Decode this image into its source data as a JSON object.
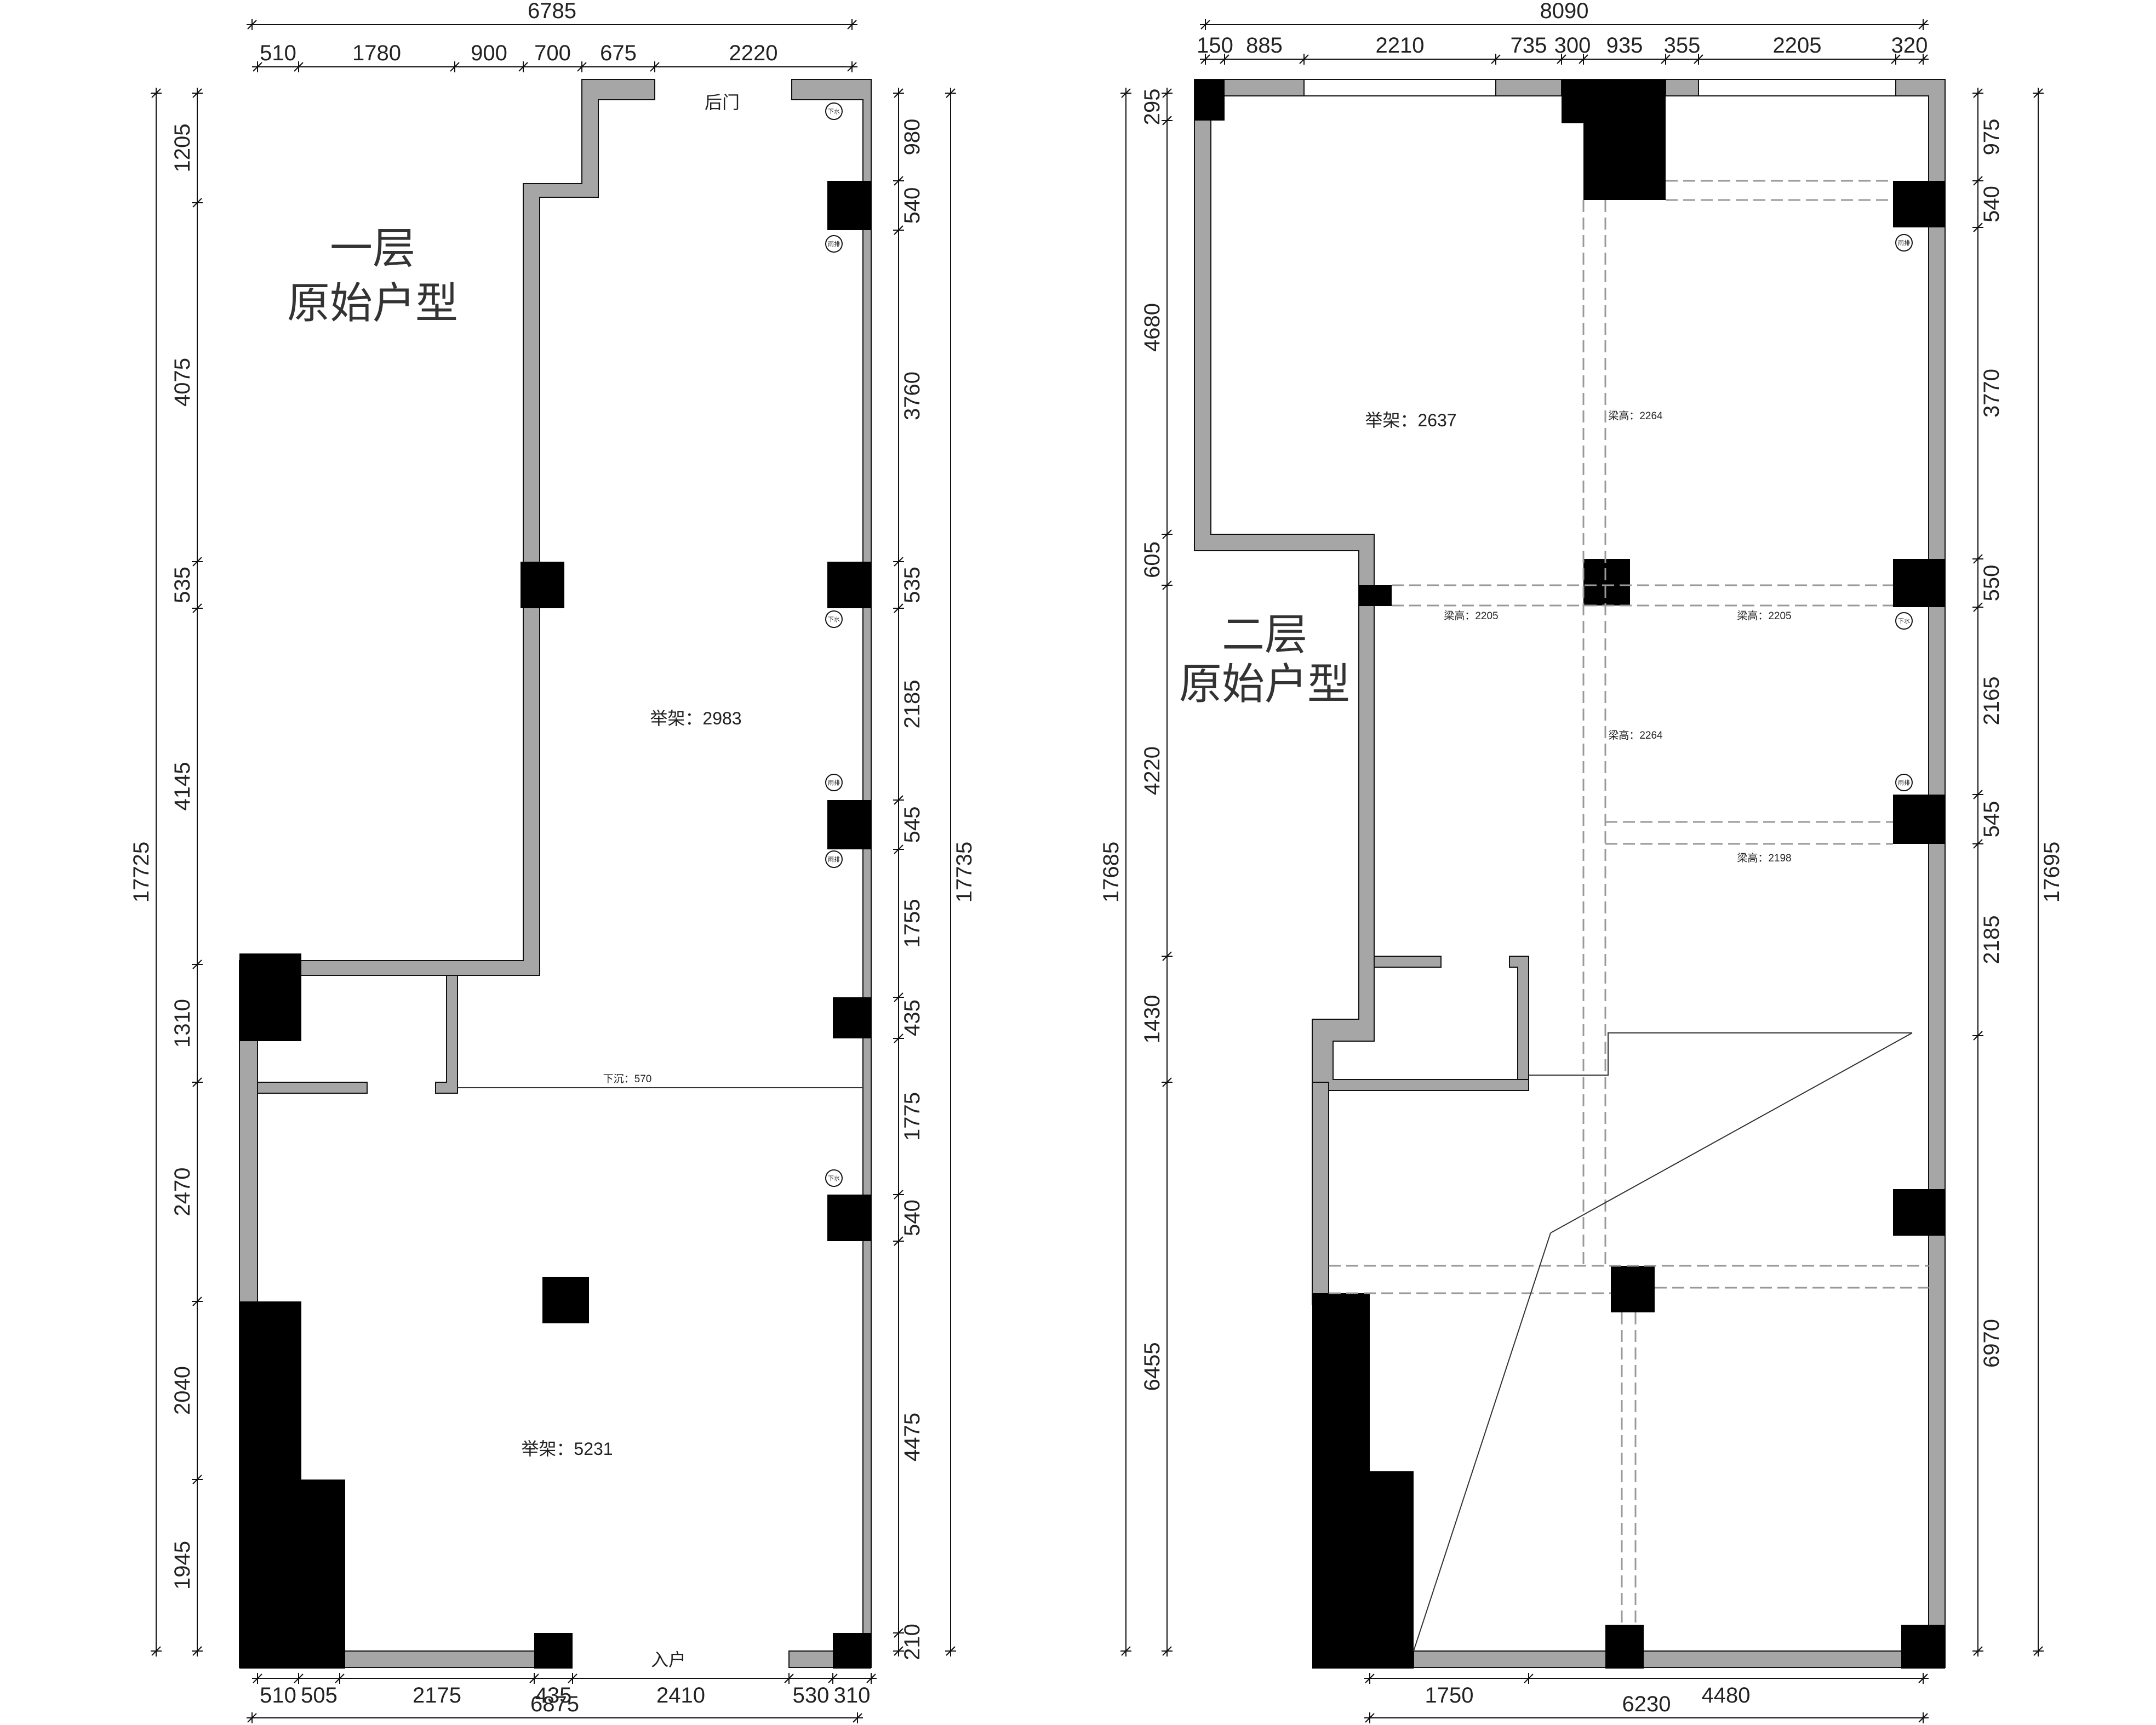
{
  "floor1": {
    "title_line1": "一层",
    "title_line2": "原始户型",
    "back_door": "后门",
    "entrance": "入户",
    "ceiling_upper": "举架：2983",
    "ceiling_lower": "举架：5231",
    "sunken": "下沉：570",
    "top_total": "6785",
    "top_segments": [
      "510",
      "1780",
      "900",
      "700",
      "675",
      "2220"
    ],
    "bottom_segments": [
      "510",
      "505",
      "2175",
      "435",
      "2410",
      "530",
      "310"
    ],
    "bottom_total": "6875",
    "left_segments": [
      "1205",
      "4075",
      "535",
      "4145",
      "1310",
      "2470",
      "2040",
      "1945"
    ],
    "left_total": "17725",
    "right_segments": [
      "980",
      "540",
      "3760",
      "535",
      "2185",
      "545",
      "1755",
      "435",
      "1775",
      "540",
      "4475",
      "210"
    ],
    "right_total": "17735"
  },
  "floor2": {
    "title_line1": "二层",
    "title_line2": "原始户型",
    "ceiling": "举架：2637",
    "beams": [
      "梁高：2264",
      "梁高：2205",
      "梁高：2205",
      "梁高：2264",
      "梁高：2198"
    ],
    "top_total": "8090",
    "top_segments": [
      "150",
      "885",
      "2210",
      "735",
      "300",
      "935",
      "355",
      "2205",
      "320"
    ],
    "bottom_segments": [
      "1750",
      "4480"
    ],
    "bottom_total": "6230",
    "left_segments": [
      "295",
      "4680",
      "605",
      "4220",
      "1430",
      "6455"
    ],
    "left_total": "17685",
    "right_segments": [
      "975",
      "540",
      "3770",
      "550",
      "2165",
      "545",
      "2185",
      "6970"
    ],
    "right_total": "17695"
  },
  "pipe_labels": [
    "下水",
    "雨排"
  ]
}
